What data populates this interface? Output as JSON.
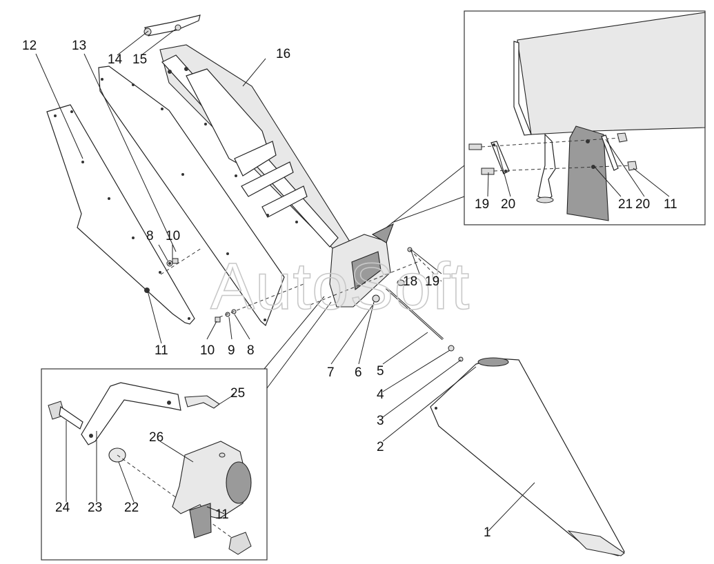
{
  "watermark": "AutoSoft",
  "callouts": [
    {
      "id": "c1",
      "text": "1"
    },
    {
      "id": "c2",
      "text": "2"
    },
    {
      "id": "c3",
      "text": "3"
    },
    {
      "id": "c4",
      "text": "4"
    },
    {
      "id": "c5",
      "text": "5"
    },
    {
      "id": "c6",
      "text": "6"
    },
    {
      "id": "c7",
      "text": "7"
    },
    {
      "id": "c8a",
      "text": "8"
    },
    {
      "id": "c8b",
      "text": "8"
    },
    {
      "id": "c9",
      "text": "9"
    },
    {
      "id": "c10a",
      "text": "10"
    },
    {
      "id": "c10b",
      "text": "10"
    },
    {
      "id": "c11a",
      "text": "11"
    },
    {
      "id": "c11b",
      "text": "11"
    },
    {
      "id": "c11c",
      "text": "11"
    },
    {
      "id": "c12",
      "text": "12"
    },
    {
      "id": "c13",
      "text": "13"
    },
    {
      "id": "c14",
      "text": "14"
    },
    {
      "id": "c15",
      "text": "15"
    },
    {
      "id": "c16",
      "text": "16"
    },
    {
      "id": "c18",
      "text": "18"
    },
    {
      "id": "c19a",
      "text": "19"
    },
    {
      "id": "c19b",
      "text": "19"
    },
    {
      "id": "c20a",
      "text": "20"
    },
    {
      "id": "c20b",
      "text": "20"
    },
    {
      "id": "c21",
      "text": "21"
    },
    {
      "id": "c22",
      "text": "22"
    },
    {
      "id": "c23",
      "text": "23"
    },
    {
      "id": "c24",
      "text": "24"
    },
    {
      "id": "c25",
      "text": "25"
    },
    {
      "id": "c26",
      "text": "26"
    }
  ]
}
